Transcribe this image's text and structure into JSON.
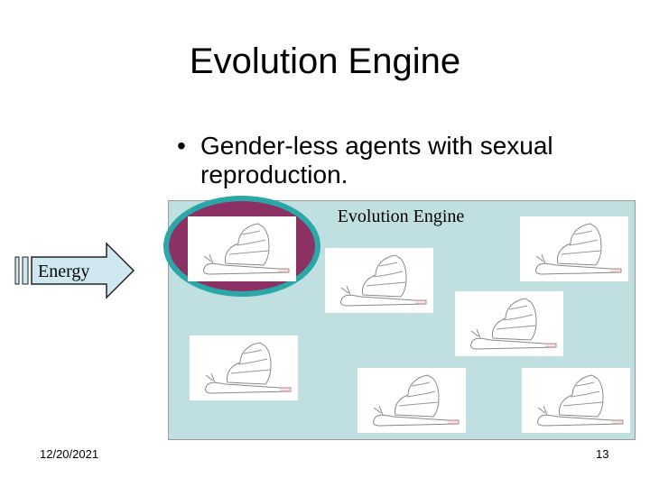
{
  "slide": {
    "title": "Evolution Engine",
    "bullet_marker": "•",
    "bullet_text": "Gender-less agents with sexual reproduction.",
    "panel_title": "Evolution Engine",
    "input_label": "Energy",
    "date": "12/20/2021",
    "page_number": "13"
  },
  "colors": {
    "panel": "#bfdfe0",
    "highlight_fill": "#8b3163",
    "highlight_ring": "#2aa7a6"
  },
  "icons": [
    "snail-icon",
    "right-arrow-icon"
  ]
}
